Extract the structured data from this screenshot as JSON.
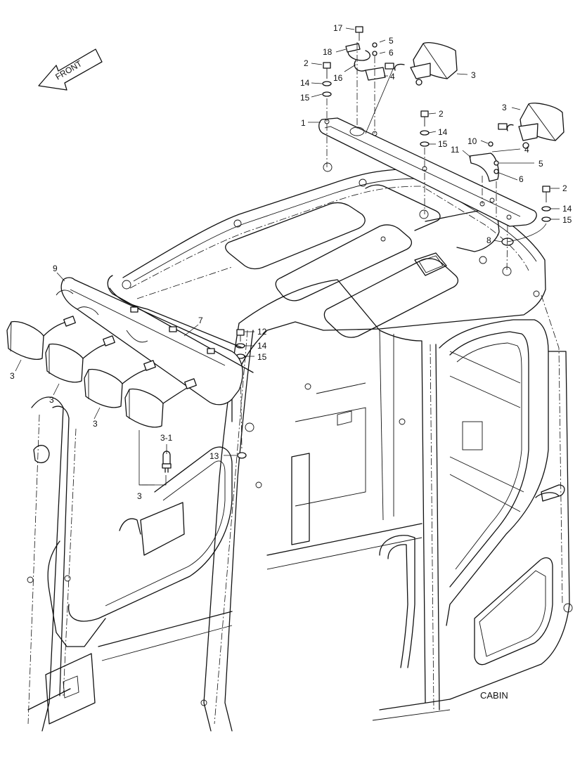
{
  "front_label": "FRONT",
  "caption": "CABIN",
  "callouts": {
    "c17": "17",
    "c18": "18",
    "c16": "16",
    "c2a": "2",
    "c14a": "14",
    "c15a": "15",
    "c5a": "5",
    "c6a": "6",
    "c4a": "4",
    "c3a": "3",
    "c1": "1",
    "c2b": "2",
    "c14b": "14",
    "c15b": "15",
    "c3b": "3",
    "c10": "10",
    "c11": "11",
    "c4b": "4",
    "c5b": "5",
    "c6b": "6",
    "c2c": "2",
    "c14c": "14",
    "c15c": "15",
    "c8": "8",
    "c9": "9",
    "c7": "7",
    "c12": "12",
    "c14d": "14",
    "c15d": "15",
    "c13": "13",
    "c3c": "3",
    "c3d": "3",
    "c3e": "3",
    "c3f": "3",
    "c31": "3-1"
  }
}
